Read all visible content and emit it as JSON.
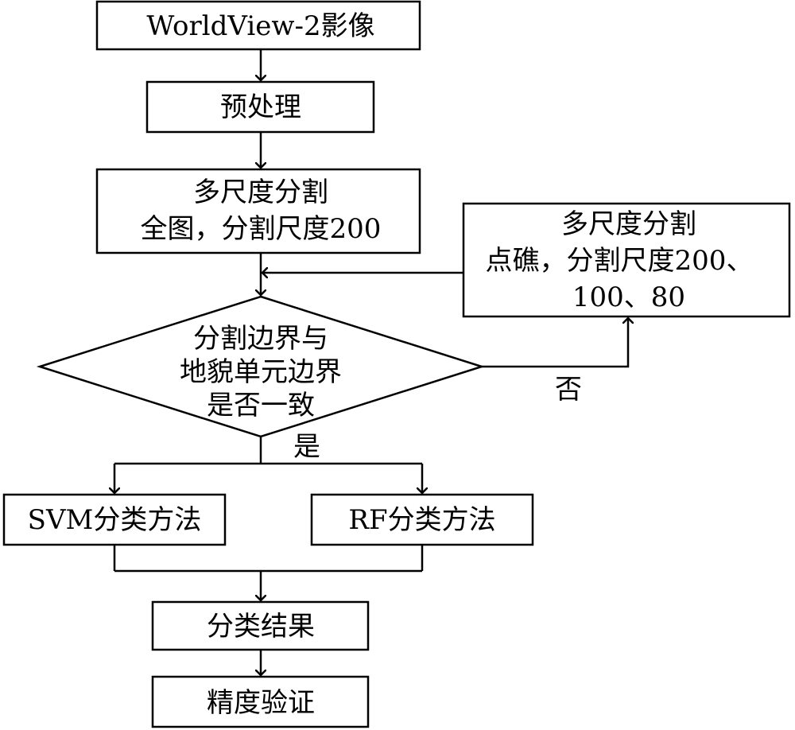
{
  "nodes": {
    "input_image": "WorldView-2影像",
    "preprocessing": "预处理",
    "segmentation_full": {
      "line1": "多尺度分割",
      "line2": "全图，分割尺度200"
    },
    "segmentation_reef": {
      "line1": "多尺度分割",
      "line2": "点礁，分割尺度200、",
      "line3": "100、80"
    },
    "decision": {
      "line1": "分割边界与",
      "line2": "地貌单元边界",
      "line3": "是否一致"
    },
    "svm": "SVM分类方法",
    "rf": "RF分类方法",
    "result": "分类结果",
    "validation": "精度验证"
  },
  "edge_labels": {
    "no": "否",
    "yes": "是"
  }
}
